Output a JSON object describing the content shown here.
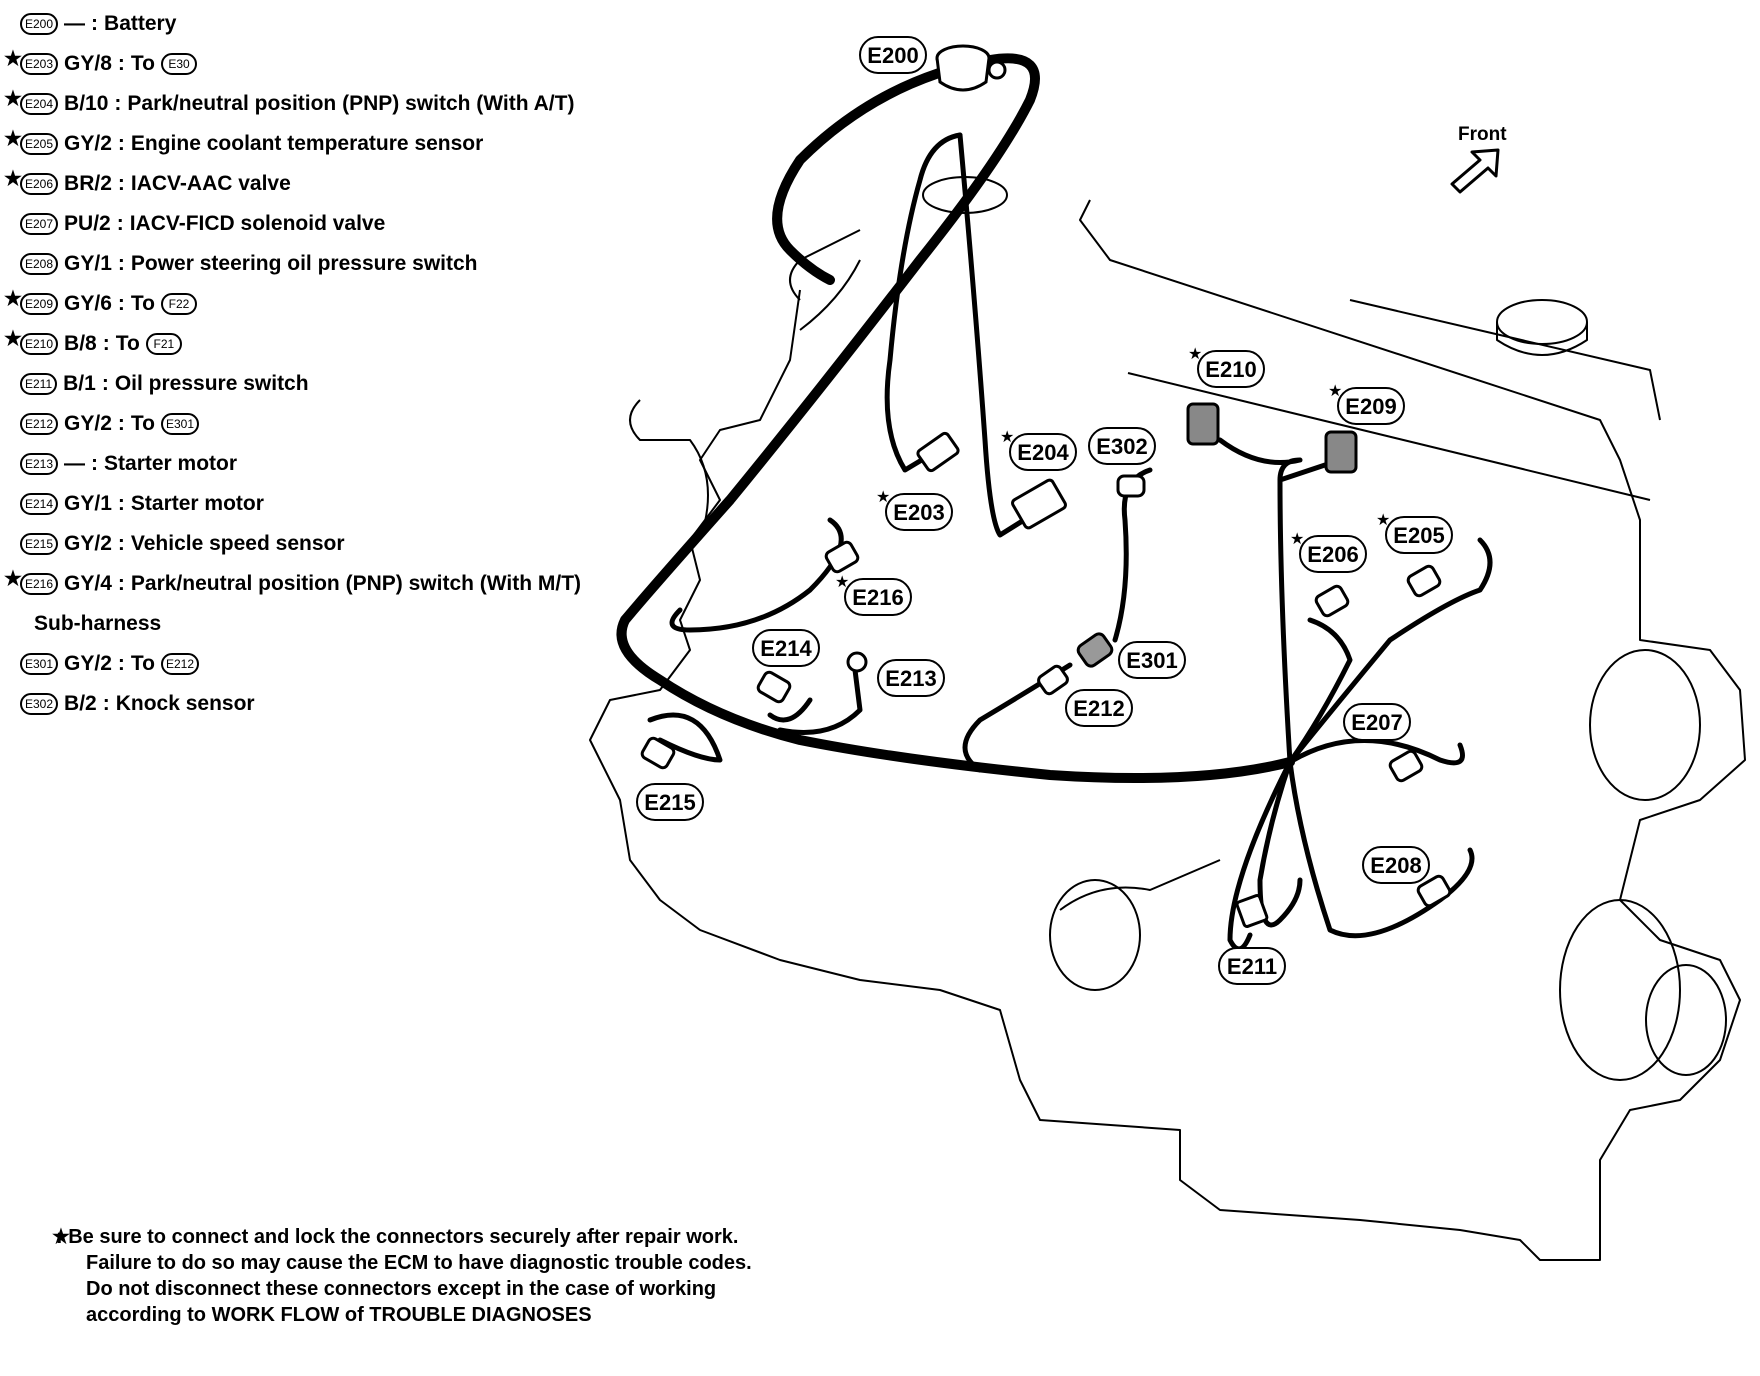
{
  "legend": [
    {
      "id": "E200",
      "star": false,
      "code": "—",
      "desc": "Battery",
      "to": null
    },
    {
      "id": "E203",
      "star": true,
      "code": "GY/8",
      "desc": "To",
      "to": "E30"
    },
    {
      "id": "E204",
      "star": true,
      "code": "B/10",
      "desc": "Park/neutral position (PNP) switch (With A/T)",
      "to": null
    },
    {
      "id": "E205",
      "star": true,
      "code": "GY/2",
      "desc": "Engine coolant temperature sensor",
      "to": null
    },
    {
      "id": "E206",
      "star": true,
      "code": "BR/2",
      "desc": "IACV-AAC valve",
      "to": null
    },
    {
      "id": "E207",
      "star": false,
      "code": "PU/2",
      "desc": "IACV-FICD solenoid valve",
      "to": null
    },
    {
      "id": "E208",
      "star": false,
      "code": "GY/1",
      "desc": "Power steering oil pressure switch",
      "to": null
    },
    {
      "id": "E209",
      "star": true,
      "code": "GY/6",
      "desc": "To",
      "to": "F22"
    },
    {
      "id": "E210",
      "star": true,
      "code": "B/8",
      "desc": "To",
      "to": "F21"
    },
    {
      "id": "E211",
      "star": false,
      "code": "B/1",
      "desc": "Oil pressure switch",
      "to": null
    },
    {
      "id": "E212",
      "star": false,
      "code": "GY/2",
      "desc": "To",
      "to": "E301"
    },
    {
      "id": "E213",
      "star": false,
      "code": "—",
      "desc": "Starter motor",
      "to": null
    },
    {
      "id": "E214",
      "star": false,
      "code": "GY/1",
      "desc": "Starter motor",
      "to": null
    },
    {
      "id": "E215",
      "star": false,
      "code": "GY/2",
      "desc": "Vehicle speed sensor",
      "to": null
    },
    {
      "id": "E216",
      "star": true,
      "code": "GY/4",
      "desc": "Park/neutral position (PNP) switch (With M/T)",
      "to": null
    }
  ],
  "subharness": {
    "title": "Sub-harness",
    "items": [
      {
        "id": "E301",
        "star": false,
        "code": "GY/2",
        "desc": "To",
        "to": "E212"
      },
      {
        "id": "E302",
        "star": false,
        "code": "B/2",
        "desc": "Knock sensor",
        "to": null
      }
    ]
  },
  "diagram": {
    "front_label": "Front",
    "connectors": [
      {
        "id": "E200",
        "star": false
      },
      {
        "id": "E203",
        "star": true
      },
      {
        "id": "E204",
        "star": true
      },
      {
        "id": "E302",
        "star": false
      },
      {
        "id": "E210",
        "star": true
      },
      {
        "id": "E209",
        "star": true
      },
      {
        "id": "E206",
        "star": true
      },
      {
        "id": "E205",
        "star": true
      },
      {
        "id": "E216",
        "star": true
      },
      {
        "id": "E214",
        "star": false
      },
      {
        "id": "E213",
        "star": false
      },
      {
        "id": "E301",
        "star": false
      },
      {
        "id": "E212",
        "star": false
      },
      {
        "id": "E207",
        "star": false
      },
      {
        "id": "E215",
        "star": false
      },
      {
        "id": "E208",
        "star": false
      },
      {
        "id": "E211",
        "star": false
      }
    ]
  },
  "notes": {
    "star": "★",
    "line1": ": Be sure to connect and lock the connectors securely after repair work. Failure to do so may cause the ECM to have diagnostic trouble codes.",
    "line2": "Do not disconnect these connectors except in the case of working according to WORK FLOW of TROUBLE DIAGNOSES"
  }
}
